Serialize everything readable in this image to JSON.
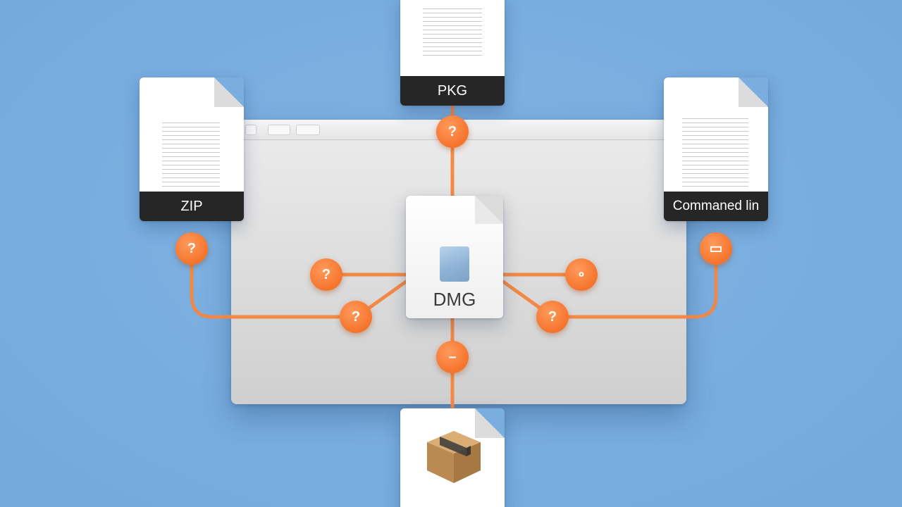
{
  "diagram": {
    "center_file": {
      "label": "DMG",
      "icon": "disk-image-icon"
    },
    "files": [
      {
        "id": "pkg",
        "label": "PKG",
        "icon": "document-icon"
      },
      {
        "id": "zip",
        "label": "ZIP",
        "icon": "document-icon"
      },
      {
        "id": "command-line",
        "label": "Commaned lin",
        "icon": "document-icon"
      },
      {
        "id": "app-package",
        "label": "",
        "icon": "cardboard-box-icon"
      }
    ],
    "nodes": [
      {
        "id": "top",
        "glyph": "?"
      },
      {
        "id": "left-outer",
        "glyph": "?"
      },
      {
        "id": "left-inner",
        "glyph": "?"
      },
      {
        "id": "left-lower",
        "glyph": "?"
      },
      {
        "id": "right-inner",
        "glyph": "∘"
      },
      {
        "id": "right-lower",
        "glyph": "?"
      },
      {
        "id": "right-outer",
        "glyph": "▭"
      },
      {
        "id": "bottom",
        "glyph": "–"
      }
    ]
  },
  "colors": {
    "background": "#7cb0e0",
    "connector": "#f5742c",
    "label_bar": "#262626"
  }
}
